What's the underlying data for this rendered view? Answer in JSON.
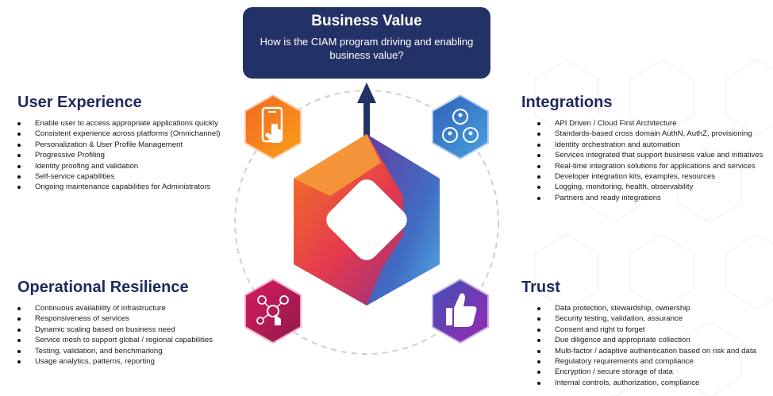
{
  "business_value": {
    "title": "Business Value",
    "subtitle": "How is the CIAM program driving and enabling business value?"
  },
  "sections": {
    "user_experience": {
      "title": "User Experience",
      "items": [
        "Enable user to access appropriate applications quickly",
        "Consistent experience across platforms (Omnichannel)",
        "Personalization & User Profile Management",
        "Progressive Profiling",
        "Identity proofing and validation",
        "Self-service capabilities",
        "Ongoing maintenance capabilities for Administrators"
      ]
    },
    "integrations": {
      "title": "Integrations",
      "items": [
        "API Driven / Cloud First Architecture",
        "Standards-based cross domain AuthN, AuthZ, provisioning",
        "Identity orchestration and automation",
        "Services integrated that support business value and initiatives",
        "Real-time integration solutions for applications and services",
        "Developer integration kits, examples, resources",
        "Logging, monitoring, health, observability",
        "Partners and ready integrations"
      ]
    },
    "operational_resilience": {
      "title": "Operational Resilience",
      "items": [
        "Continuous availability of infrastructure",
        "Responsiveness of services",
        "Dynamic scaling based on business need",
        "Service mesh to support global / regional capabilities",
        "Testing, validation, and benchmarking",
        "Usage analytics, patterns, reporting"
      ]
    },
    "trust": {
      "title": "Trust",
      "items": [
        "Data protection, stewardship, ownership",
        "Security testing, validation, assurance",
        "Consent and right to forget",
        "Due diligence and appropriate collection",
        "Multi-factor / adaptive authentication based on risk and data",
        "Regulatory requirements and compliance",
        "Encryption / secure storage of data",
        "Internal controls, authorization, compliance"
      ]
    }
  },
  "icons": {
    "top_left": "mobile-touch-icon",
    "top_right": "team-network-icon",
    "bottom_left": "touch-network-icon",
    "bottom_right": "thumbs-up-icon"
  },
  "colors": {
    "navy": "#233266",
    "orange": "#f47a20",
    "blue": "#3a7fd0",
    "magenta": "#c2185b",
    "purple": "#6a3fb5"
  }
}
